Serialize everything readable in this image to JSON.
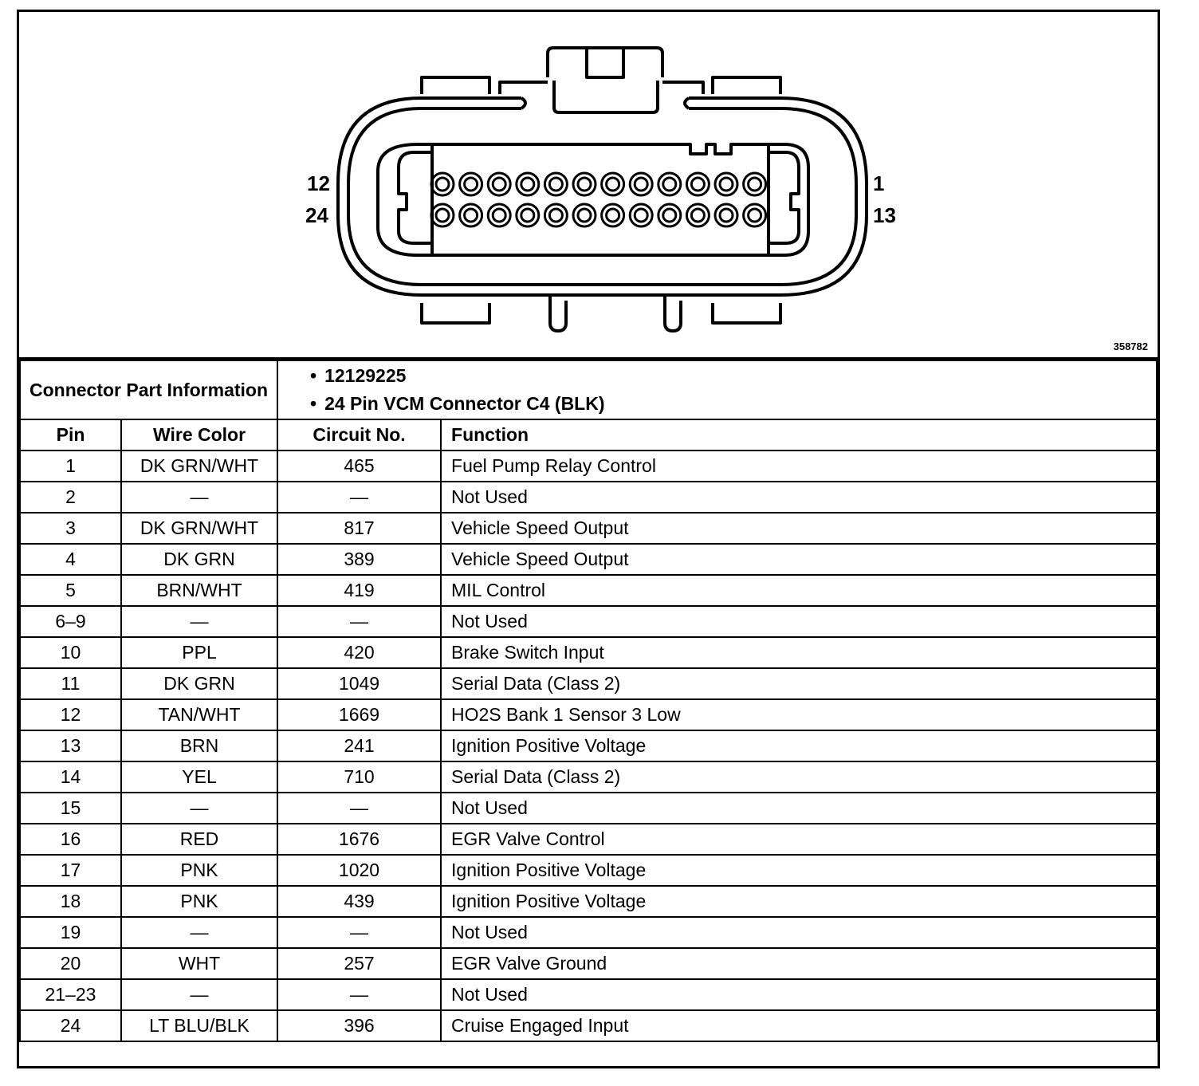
{
  "diagram": {
    "pin_labels": {
      "top_left": "12",
      "bottom_left": "24",
      "top_right": "1",
      "bottom_right": "13"
    },
    "figure_id": "358782"
  },
  "connector_info": {
    "label": "Connector Part Information",
    "items": [
      "12129225",
      "24 Pin VCM Connector C4 (BLK)"
    ]
  },
  "table": {
    "headers": {
      "pin": "Pin",
      "wire_color": "Wire Color",
      "circuit": "Circuit No.",
      "function": "Function"
    },
    "rows": [
      {
        "pin": "1",
        "wire_color": "DK GRN/WHT",
        "circuit": "465",
        "function": "Fuel Pump Relay Control"
      },
      {
        "pin": "2",
        "wire_color": "—",
        "circuit": "—",
        "function": "Not Used"
      },
      {
        "pin": "3",
        "wire_color": "DK GRN/WHT",
        "circuit": "817",
        "function": "Vehicle Speed Output"
      },
      {
        "pin": "4",
        "wire_color": "DK GRN",
        "circuit": "389",
        "function": "Vehicle Speed Output"
      },
      {
        "pin": "5",
        "wire_color": "BRN/WHT",
        "circuit": "419",
        "function": "MIL Control"
      },
      {
        "pin": "6–9",
        "wire_color": "—",
        "circuit": "—",
        "function": "Not Used"
      },
      {
        "pin": "10",
        "wire_color": "PPL",
        "circuit": "420",
        "function": "Brake Switch Input"
      },
      {
        "pin": "11",
        "wire_color": "DK GRN",
        "circuit": "1049",
        "function": "Serial Data (Class 2)"
      },
      {
        "pin": "12",
        "wire_color": "TAN/WHT",
        "circuit": "1669",
        "function": "HO2S Bank 1 Sensor 3 Low"
      },
      {
        "pin": "13",
        "wire_color": "BRN",
        "circuit": "241",
        "function": "Ignition Positive Voltage"
      },
      {
        "pin": "14",
        "wire_color": "YEL",
        "circuit": "710",
        "function": "Serial Data (Class 2)"
      },
      {
        "pin": "15",
        "wire_color": "—",
        "circuit": "—",
        "function": "Not Used"
      },
      {
        "pin": "16",
        "wire_color": "RED",
        "circuit": "1676",
        "function": "EGR Valve Control"
      },
      {
        "pin": "17",
        "wire_color": "PNK",
        "circuit": "1020",
        "function": "Ignition Positive Voltage"
      },
      {
        "pin": "18",
        "wire_color": "PNK",
        "circuit": "439",
        "function": "Ignition Positive Voltage"
      },
      {
        "pin": "19",
        "wire_color": "—",
        "circuit": "—",
        "function": "Not Used"
      },
      {
        "pin": "20",
        "wire_color": "WHT",
        "circuit": "257",
        "function": "EGR Valve Ground"
      },
      {
        "pin": "21–23",
        "wire_color": "—",
        "circuit": "—",
        "function": "Not Used"
      },
      {
        "pin": "24",
        "wire_color": "LT BLU/BLK",
        "circuit": "396",
        "function": "Cruise Engaged Input"
      }
    ]
  }
}
